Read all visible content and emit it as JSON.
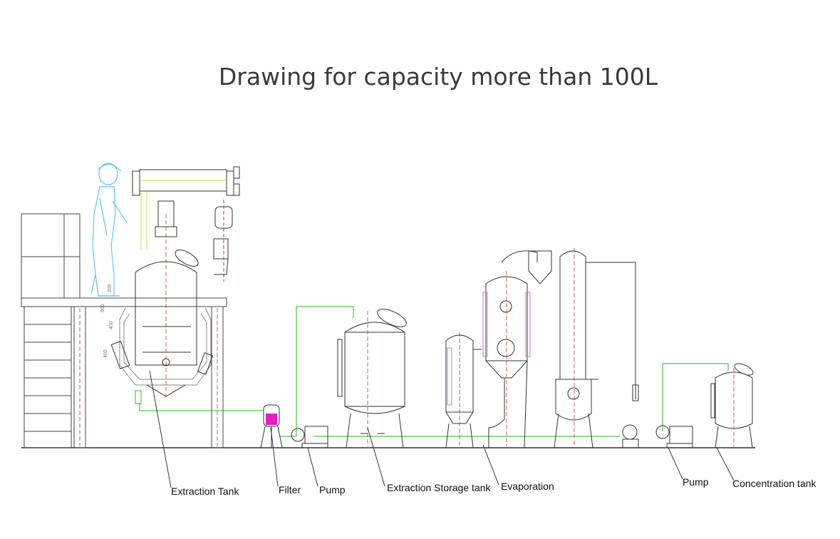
{
  "title": "Drawing for capacity more than 100L",
  "labels": {
    "extraction_tank": "Extraction Tank",
    "filter": "Filter",
    "pump1": "Pump",
    "storage_tank": "Extraction Storage tank",
    "evaporation": "Evaporation",
    "pump2": "Pump",
    "concentration_tank": "Concentration tank"
  },
  "dims": {
    "d900": "900",
    "d400a": "400",
    "d400b": "400",
    "d200": "200"
  },
  "colors": {
    "outline": "#333333",
    "centerline": "#c0392b",
    "pipe": "#22bb22",
    "operator": "#5ec8e8",
    "jacket": "#d070d0",
    "filter_fill": "#e020c0",
    "yellow_pipe": "#e0d040"
  }
}
